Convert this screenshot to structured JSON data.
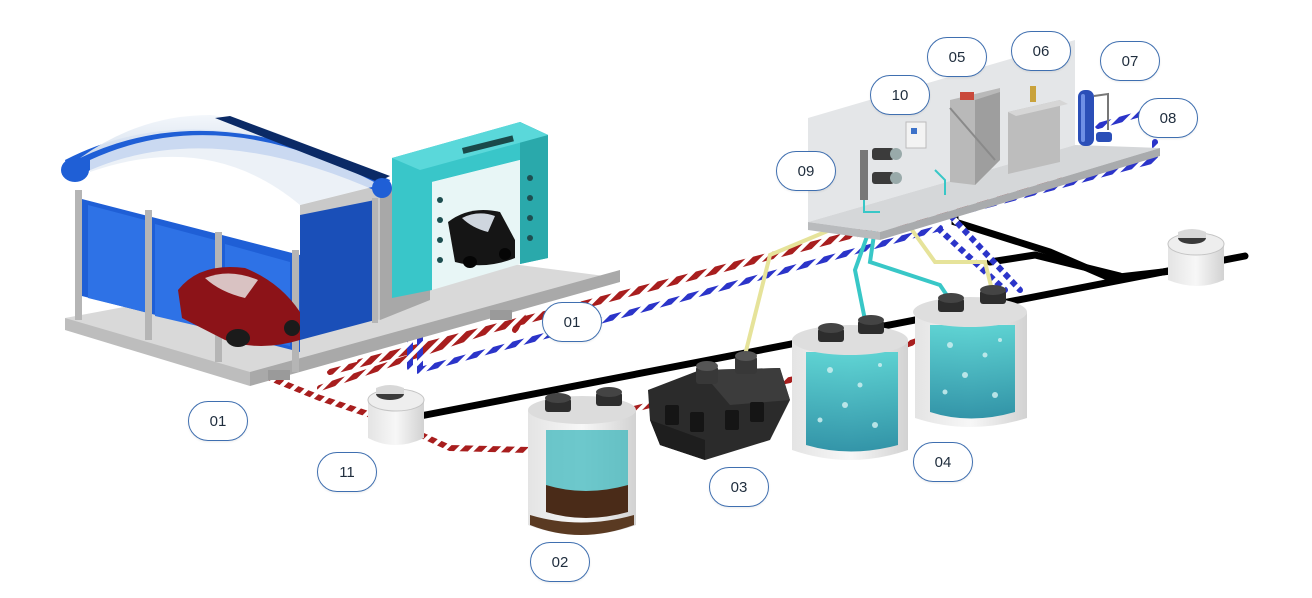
{
  "colors": {
    "dirty_water_pipe": "#a81e1e",
    "clean_water_pipe": "#2b34c9",
    "drain_pipe": "#000000",
    "feed_pipe_yellow": "#e6e39a",
    "feed_pipe_cyan": "#38c7c7",
    "canopy_blue": "#1f5fd6",
    "wash_gantry": "#39c6c9",
    "label_border": "#3f6fb0"
  },
  "labels": {
    "wash_bay_left": "01",
    "wash_bay_pipe": "01",
    "sludge_tank": "02",
    "oil_separator": "03",
    "biological_tanks": "04",
    "dosing_unit_05": "05",
    "dosing_unit_06": "06",
    "pressure_vessel": "07",
    "clean_water_outlet": "08",
    "pump_group": "09",
    "control_panel": "10",
    "inlet_manhole": "11"
  }
}
